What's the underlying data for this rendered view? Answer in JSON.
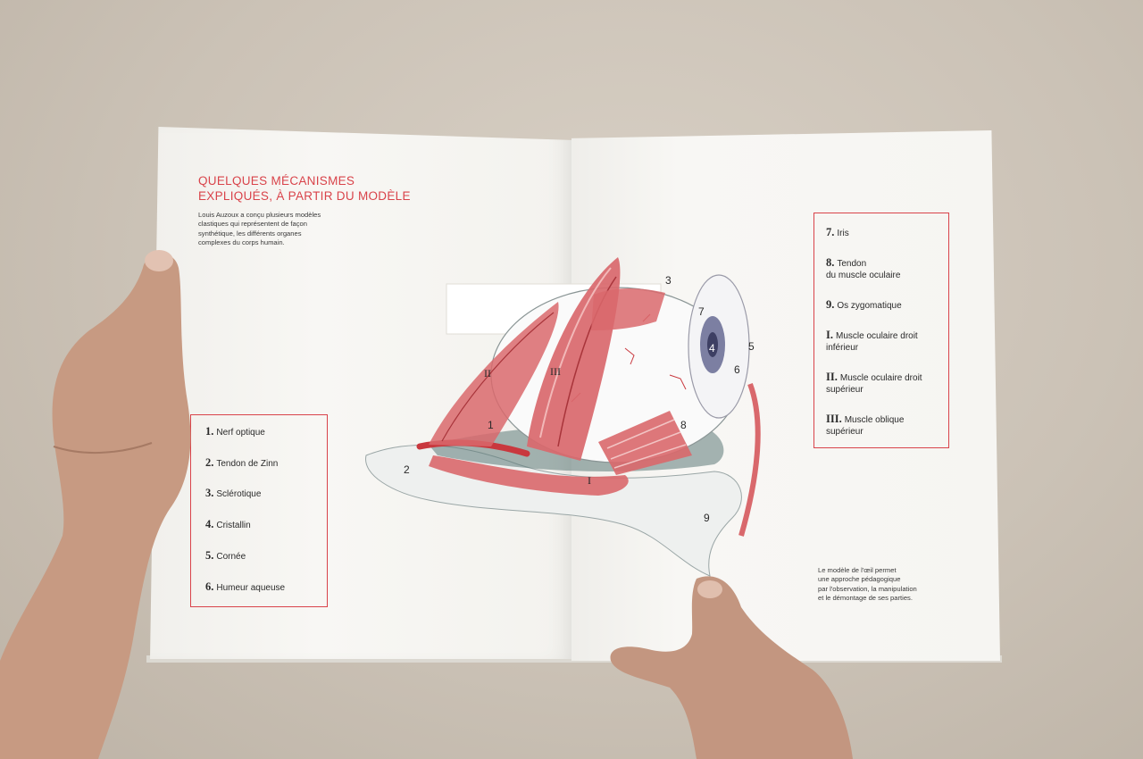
{
  "left_page": {
    "title_line1": "QUELQUES MÉCANISMES",
    "title_line2": "EXPLIQUÉS, À PARTIR DU MODÈLE",
    "intro": "Louis Auzoux a conçu plusieurs modèles clastiques qui représentent de façon synthétique, les différents organes complexes du corps humain.",
    "legend": [
      {
        "num": "1.",
        "label": "Nerf optique"
      },
      {
        "num": "2.",
        "label": "Tendon de Zinn"
      },
      {
        "num": "3.",
        "label": "Sclérotique"
      },
      {
        "num": "4.",
        "label": "Cristallin"
      },
      {
        "num": "5.",
        "label": "Cornée"
      },
      {
        "num": "6.",
        "label": "Humeur aqueuse"
      }
    ]
  },
  "right_page": {
    "legend": [
      {
        "num": "7.",
        "label_line1": "Iris",
        "label_line2": ""
      },
      {
        "num": "8.",
        "label_line1": "Tendon",
        "label_line2": "du muscle oculaire"
      },
      {
        "num": "9.",
        "label_line1": "Os zygomatique",
        "label_line2": ""
      },
      {
        "num": "I.",
        "label_line1": "Muscle oculaire droit",
        "label_line2": "inférieur"
      },
      {
        "num": "II.",
        "label_line1": "Muscle oculaire droit",
        "label_line2": "supérieur"
      },
      {
        "num": "III.",
        "label_line1": "Muscle oblique",
        "label_line2": "supérieur"
      }
    ],
    "outro_line1": "Le modèle de l'œil permet",
    "outro_line2": "une approche pédagogique",
    "outro_line3": "par l'observation, la manipulation",
    "outro_line4": "et le démontage de ses parties."
  },
  "diagram_labels": {
    "l1": "1",
    "l2": "2",
    "l3": "3",
    "l4": "4",
    "l5": "5",
    "l6": "6",
    "l7": "7",
    "l8": "8",
    "l9": "9",
    "lI": "I",
    "lII": "II",
    "lIII": "III"
  },
  "colors": {
    "accent": "#d9434a",
    "muscle": "#d9686c",
    "background": "#cbc2b6",
    "paper": "#f7f6f3"
  }
}
